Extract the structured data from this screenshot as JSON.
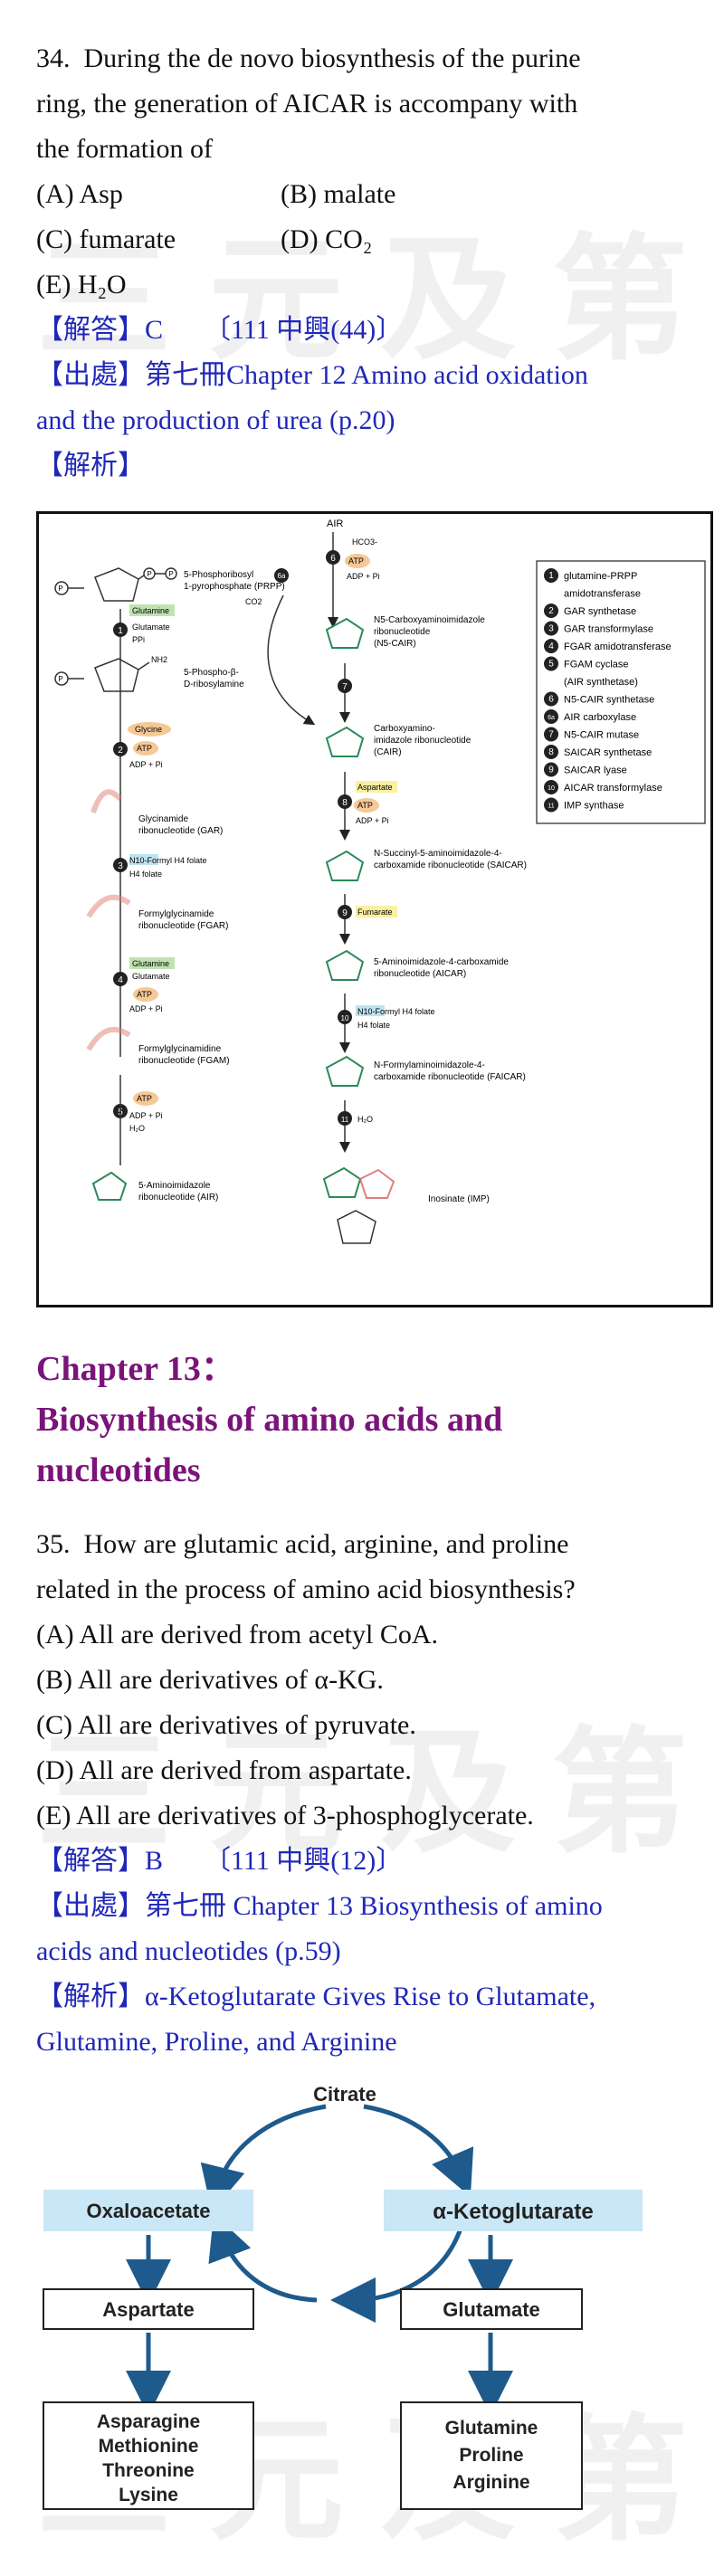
{
  "watermark": "三元及第",
  "q34": {
    "number": "34.",
    "stem_1": "During the de novo biosynthesis of the purine",
    "stem_2": "ring, the generation of AICAR is accompany with",
    "stem_3": "the formation of",
    "options": [
      {
        "key": "(A)",
        "text": "Asp"
      },
      {
        "key": "(B)",
        "text": "malate"
      },
      {
        "key": "(C)",
        "text": "fumarate"
      },
      {
        "key": "(D)",
        "text": "CO₂"
      },
      {
        "key": "(E)",
        "text": "H₂O"
      }
    ],
    "answer": "【解答】C　　〔111 中興(44)〕",
    "source_1": "【出處】第七冊Chapter 12 Amino acid oxidation",
    "source_2": "and the production of urea (p.20)",
    "analysis": "【解析】"
  },
  "purine_figure": {
    "top_label": "AIR",
    "legend": [
      {
        "num": "1",
        "text": "glutamine-PRPP"
      },
      {
        "num": "",
        "text": "amidotransferase"
      },
      {
        "num": "2",
        "text": "GAR synthetase"
      },
      {
        "num": "3",
        "text": "GAR transformylase"
      },
      {
        "num": "4",
        "text": "FGAR amidotransferase"
      },
      {
        "num": "5",
        "text": "FGAM cyclase"
      },
      {
        "num": "",
        "text": "(AIR synthetase)"
      },
      {
        "num": "6",
        "text": "N5-CAIR synthetase"
      },
      {
        "num": "6a",
        "text": "AIR carboxylase"
      },
      {
        "num": "7",
        "text": "N5-CAIR mutase"
      },
      {
        "num": "8",
        "text": "SAICAR synthetase"
      },
      {
        "num": "9",
        "text": "SAICAR lyase"
      },
      {
        "num": "10",
        "text": "AICAR transformylase"
      },
      {
        "num": "11",
        "text": "IMP synthase"
      }
    ],
    "left_labels": [
      "5-Phosphoribosyl",
      "1-pyrophosphate (PRPP)",
      "5-Phospho-β-",
      "D-ribosylamine",
      "Glycinamide",
      "ribonucleotide (GAR)",
      "Formylglycinamide",
      "ribonucleotide (FGAR)",
      "Formylglycinamidine",
      "ribonucleotide (FGAM)",
      "5-Aminoimidazole",
      "ribonucleotide (AIR)"
    ],
    "left_reagents": [
      "Glutamine",
      "Glutamate",
      "PPi",
      "Glycine",
      "ATP",
      "ADP + Pi",
      "N10-Formyl H4 folate",
      "H4 folate",
      "Glutamine",
      "Glutamate",
      "ATP",
      "ADP + Pi",
      "ATP",
      "ADP + Pi",
      "H₂O"
    ],
    "right_labels": [
      "N5-Carboxyaminoimidazole",
      "ribonucleotide",
      "(N5-CAIR)",
      "Carboxyamino-",
      "imidazole ribonucleotide",
      "(CAIR)",
      "N-Succinyl-5-aminoimidazole-4-",
      "carboxamide ribonucleotide (SAICAR)",
      "5-Aminoimidazole-4-carboxamide",
      "ribonucleotide (AICAR)",
      "N-Formylaminoimidazole-4-",
      "carboxamide ribonucleotide (FAICAR)",
      "Inosinate (IMP)"
    ],
    "right_reagents": [
      "HCO3-",
      "ATP",
      "ADP + Pi",
      "CO2",
      "Aspartate",
      "ATP",
      "ADP + Pi",
      "Fumarate",
      "N10-Formyl H4 folate",
      "H4 folate",
      "H₂O"
    ]
  },
  "chapter": {
    "line_1": "Chapter 13：",
    "line_2": "Biosynthesis of amino acids and",
    "line_3": "nucleotides"
  },
  "q35": {
    "number": "35.",
    "stem_1": "How are glutamic acid, arginine, and proline",
    "stem_2": "related in the process of amino acid biosynthesis?",
    "options": [
      "(A) All are derived from acetyl CoA.",
      "(B) All are derivatives of α-KG.",
      "(C) All are derivatives of pyruvate.",
      "(D) All are derived from aspartate.",
      "(E) All are derivatives of 3-phosphoglycerate."
    ],
    "answer": "【解答】B　　〔111 中興(12)〕",
    "source_1": "【出處】第七冊 Chapter 13 Biosynthesis of amino",
    "source_2": "acids and nucleotides (p.59)",
    "analysis_1": "【解析】α-Ketoglutarate Gives Rise to Glutamate,",
    "analysis_2": "Glutamine, Proline, and Arginine"
  },
  "tca_figure": {
    "citrate": "Citrate",
    "oxaloacetate": "Oxaloacetate",
    "akg": "α-Ketoglutarate",
    "aspartate": "Aspartate",
    "glutamate": "Glutamate",
    "asp_family": [
      "Asparagine",
      "Methionine",
      "Threonine",
      "Lysine"
    ],
    "glu_family": [
      "Glutamine",
      "Proline",
      "Arginine"
    ],
    "colors": {
      "box_fill": "#c9e7f6",
      "arrow": "#1e5a8c"
    }
  }
}
